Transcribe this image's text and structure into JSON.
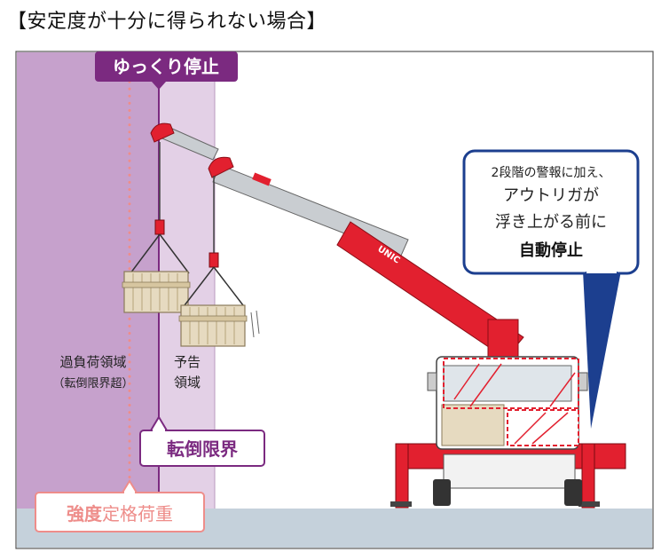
{
  "title": "【安定度が十分に得られない場合】",
  "labels": {
    "slow_stop": "ゆっくり停止",
    "overload_zone_line1": "過負荷領域",
    "overload_zone_line2": "（転倒限界超）",
    "warning_zone_line1": "予告",
    "warning_zone_line2": "領域",
    "tipping_limit": "転倒限界",
    "strength_rated_bold": "強度",
    "strength_rated_rest": "定格荷重"
  },
  "callout": {
    "line1": "2段階の警報に加え、",
    "line2": "アウトリガが",
    "line3": "浮き上がる前に",
    "line4": "自動停止"
  },
  "crane": {
    "brand": "UNIC"
  },
  "colors": {
    "overload_zone": "#c6a1cc",
    "warning_zone": "#e3d0e6",
    "purple_accent": "#7b2a80",
    "salmon": "#ee8d8a",
    "ground": "#c5d1db",
    "crane_red": "#e2202f",
    "boom_gray": "#c9cdd1",
    "callout_border": "#1c3f8f",
    "cargo": "#e6dac0"
  }
}
